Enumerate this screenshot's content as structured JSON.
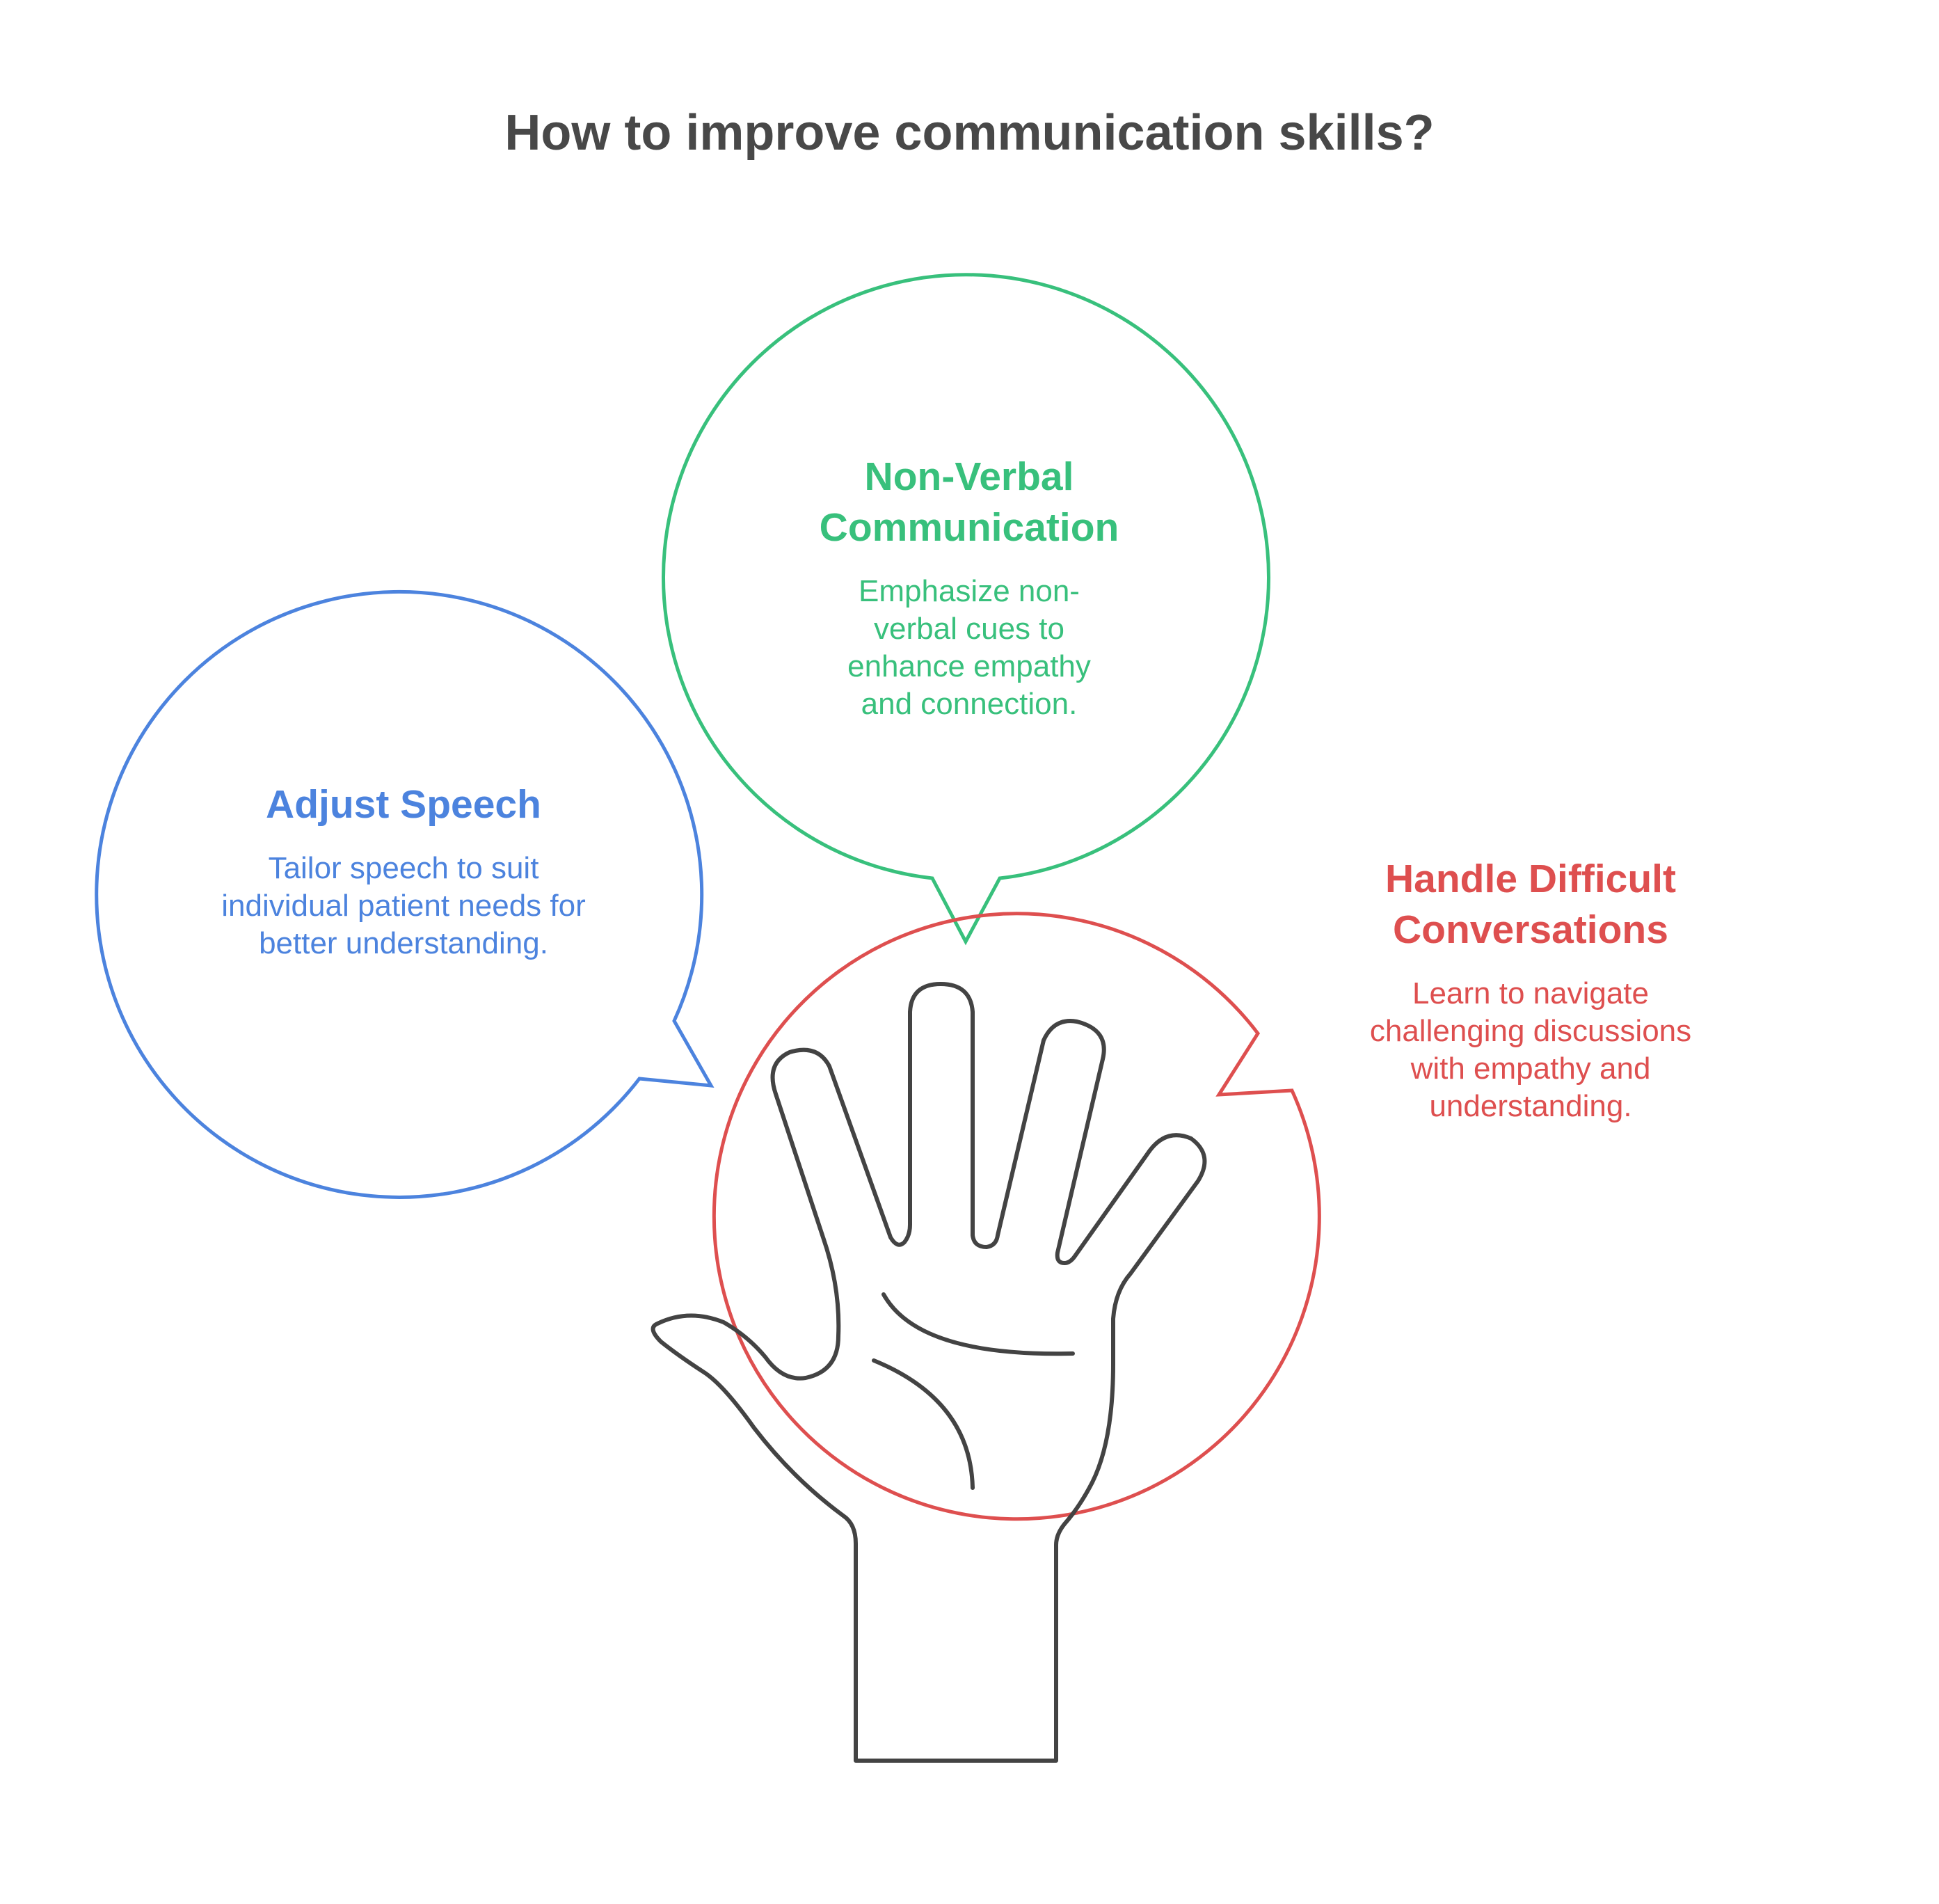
{
  "title": "How to improve communication skills?",
  "colors": {
    "title": "#484848",
    "blue": "#4c83de",
    "green": "#38c07c",
    "red": "#de4f4f",
    "hand": "#434343"
  },
  "bubbles": {
    "adjust_speech": {
      "heading": "Adjust Speech",
      "body": "Tailor speech to suit individual patient needs for better understanding."
    },
    "non_verbal": {
      "heading": "Non-Verbal Communication",
      "body": "Emphasize non-verbal cues to enhance empathy and connection."
    },
    "difficult_conversations": {
      "heading": "Handle Difficult Conversations",
      "body": "Learn to navigate challenging discussions with empathy and understanding."
    }
  },
  "icons": {
    "center": "open-hand-icon"
  }
}
